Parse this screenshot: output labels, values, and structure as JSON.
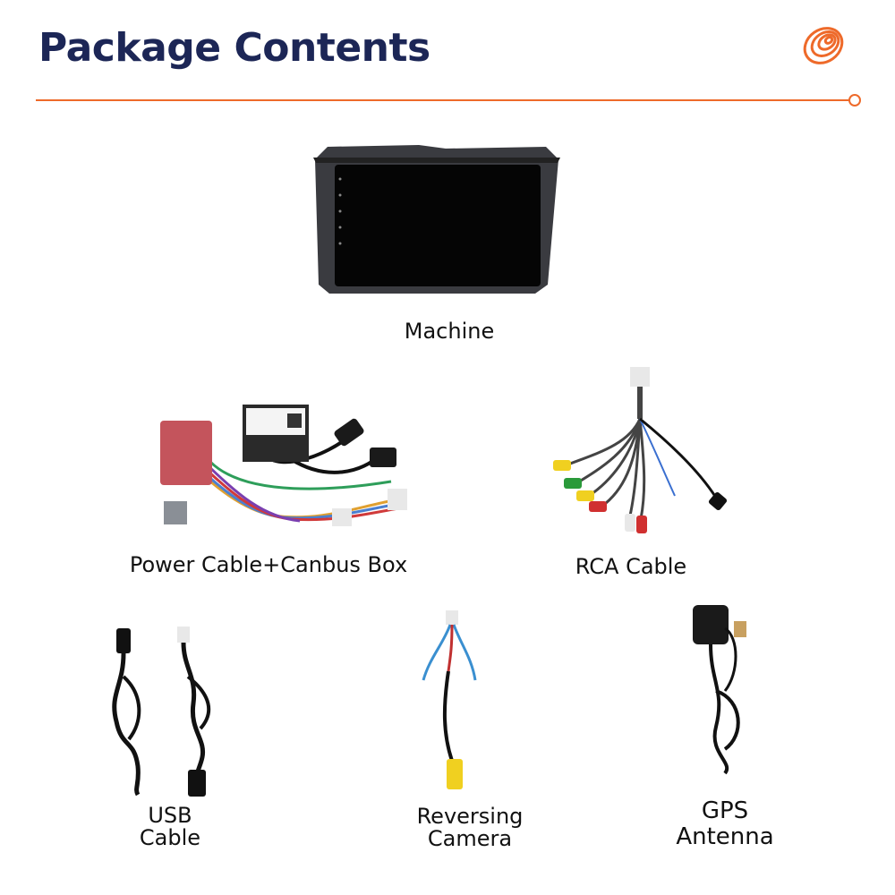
{
  "header": {
    "title": "Package Contents",
    "logo_icon": "orange-spiral-logo",
    "accent_color": "#ee6a2a",
    "title_color": "#1c2656"
  },
  "items": {
    "machine": {
      "label": "Machine",
      "icon": "head-unit-screen"
    },
    "power": {
      "label": "Power Cable+Canbus Box",
      "icon": "wiring-harness"
    },
    "rca": {
      "label": "RCA Cable",
      "icon": "rca-cable"
    },
    "usb": {
      "label": "USB\nCable",
      "icon": "usb-cable"
    },
    "camera": {
      "label": "Reversing\nCamera",
      "icon": "reversing-camera-cable"
    },
    "gps": {
      "label": "GPS\nAntenna",
      "icon": "gps-antenna"
    }
  }
}
